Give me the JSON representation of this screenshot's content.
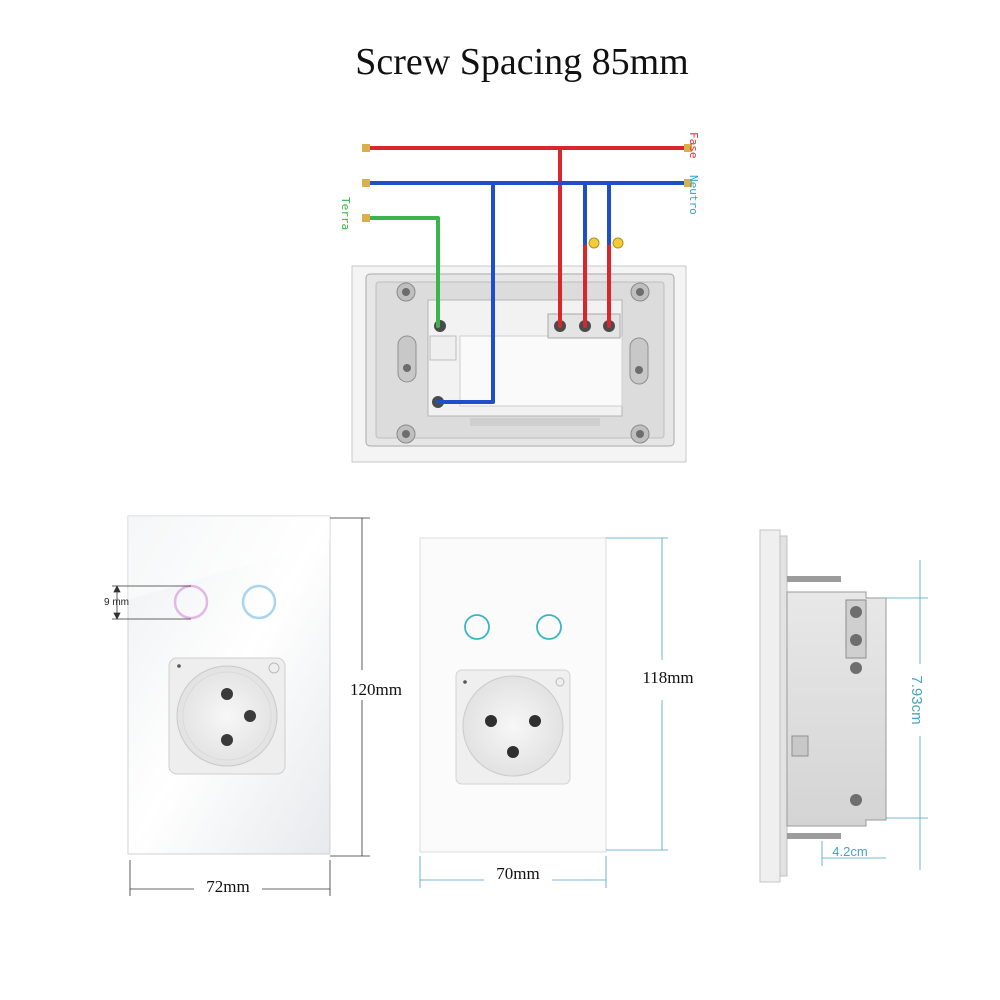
{
  "title": "Screw Spacing 85mm",
  "wiring": {
    "labels": {
      "fase": "Fase",
      "neutro": "Neutro",
      "terra": "Terra"
    },
    "colors": {
      "fase": "#d9262c",
      "neutro": "#1f4fc8",
      "terra": "#3bb54a",
      "fase_label": "#e0313a",
      "neutro_label": "#3aa0c9",
      "terra_label": "#35b54a"
    }
  },
  "front_glass": {
    "height_label": "120mm",
    "width_label": "72mm",
    "button_gap_label": "9 mm",
    "button_ring_colors": [
      "#e3b8e6",
      "#a9d6ee"
    ]
  },
  "front_flat": {
    "height_label": "118mm",
    "width_label": "70mm",
    "button_ring_color": "#39b5c4"
  },
  "side_view": {
    "depth_label": "7.93cm",
    "thickness_label": "4.2cm",
    "dimension_color": "#4aa3c2"
  }
}
